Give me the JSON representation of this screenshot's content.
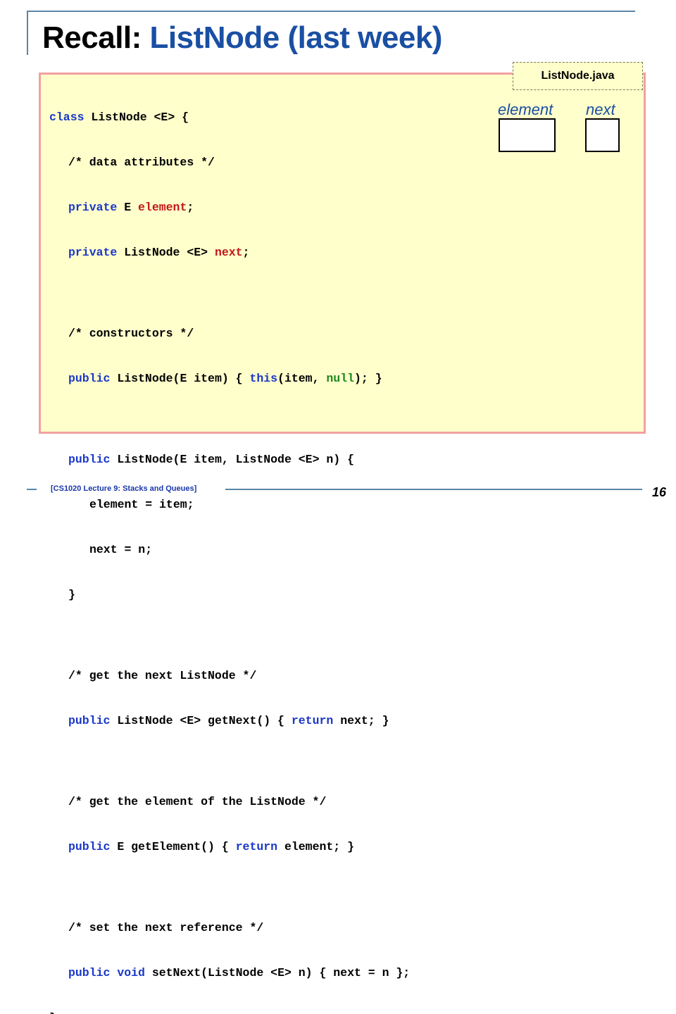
{
  "slide": {
    "title_prefix": "Recall: ",
    "title_topic": "ListNode (last week)",
    "file_name": "ListNode.java",
    "diagram": {
      "element_label": "element",
      "next_label": "next"
    },
    "footer": "[CS1020 Lecture 9: Stacks and Queues]",
    "page_number": "16"
  },
  "code": {
    "l01_kw": "class",
    "l01_rest": " ListNode <E> {",
    "l02": "/* data attributes */",
    "l03_kw": "private",
    "l03_mid": " E ",
    "l03_fld": "element",
    "l03_end": ";",
    "l04_kw": "private",
    "l04_mid": " ListNode <E> ",
    "l04_fld": "next",
    "l04_end": ";",
    "l05": "/* constructors */",
    "l06_kw": "public",
    "l06_mid": " ListNode(E item) { ",
    "l06_this": "this",
    "l06_mid2": "(item, ",
    "l06_null": "null",
    "l06_end": "); }",
    "l07_kw": "public",
    "l07_rest": " ListNode(E item, ListNode <E> n) {",
    "l08": "element = item;",
    "l09": "next = n;",
    "l10": "}",
    "l11": "/* get the next ListNode */",
    "l12_kw": "public",
    "l12_mid": " ListNode <E> getNext() { ",
    "l12_ret": "return",
    "l12_end": " next; }",
    "l13": "/* get the element of the ListNode */",
    "l14_kw": "public",
    "l14_mid": " E getElement() { ",
    "l14_ret": "return",
    "l14_end": " element; }",
    "l15": "/* set the next reference */",
    "l16_kw": "public",
    "l16_sp": " ",
    "l16_void": "void",
    "l16_end": " setNext(ListNode <E> n) { next = n };",
    "l17": "}"
  },
  "colors": {
    "keyword": "#1a37c8",
    "field": "#c01818",
    "literal": "#1d8a1d",
    "title_accent": "#1a4fa3",
    "code_background": "#ffffcc",
    "code_border": "#f2a0a0"
  }
}
